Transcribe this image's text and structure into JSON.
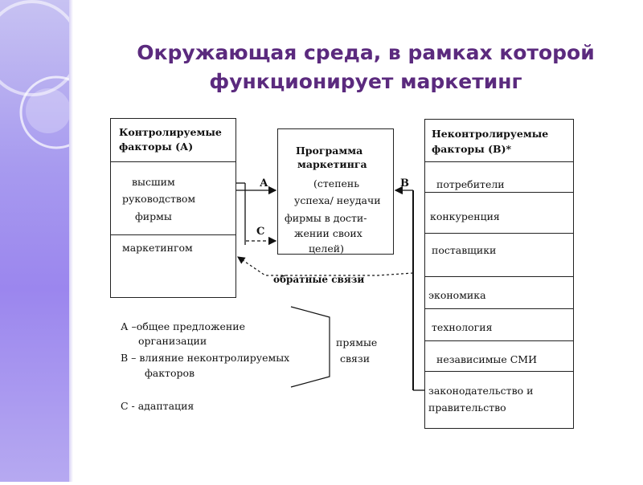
{
  "slide": {
    "title_line1": "Окружающая среда, в рамках которой",
    "title_line2": "функционирует маркетинг"
  },
  "controllable": {
    "header_line1": "Контролируемые",
    "header_line2": "факторы (А)",
    "item1_line1": "высшим",
    "item1_line2": "руководством",
    "item1_line3": "фирмы",
    "item2": "маркетингом"
  },
  "program": {
    "header_line1": "Программа",
    "header_line2": "маркетинга",
    "body_line1": "(степень",
    "body_line2": "успеха/ неудачи",
    "body_line3": "фирмы в дости-",
    "body_line4": "жении своих",
    "body_line5": "целей)"
  },
  "uncontrollable": {
    "header_line1": "Неконтролируемые",
    "header_line2": "факторы (В)*",
    "items": [
      "потребители",
      "конкуренция",
      "поставщики",
      "экономика",
      "технология",
      "независимые СМИ"
    ],
    "last_line1": "законодательство и",
    "last_line2": "правительство"
  },
  "arrows": {
    "a": "А",
    "b": "В",
    "c": "С",
    "feedback": "обратные связи"
  },
  "legend": {
    "a": "А –общее предложение",
    "a2": "организации",
    "b": "В – влияние неконтролируемых",
    "b2": "факторов",
    "c": "С - адаптация",
    "direct1": "прямые",
    "direct2": "связи"
  }
}
